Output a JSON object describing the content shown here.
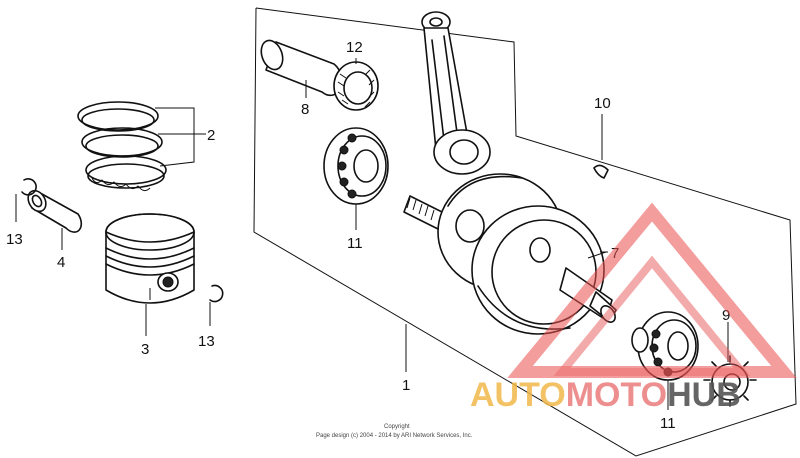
{
  "diagram": {
    "callouts": [
      {
        "id": "1",
        "text": "1"
      },
      {
        "id": "2",
        "text": "2"
      },
      {
        "id": "3",
        "text": "3"
      },
      {
        "id": "4",
        "text": "4"
      },
      {
        "id": "7",
        "text": "7"
      },
      {
        "id": "8",
        "text": "8"
      },
      {
        "id": "9",
        "text": "9"
      },
      {
        "id": "10",
        "text": "10"
      },
      {
        "id": "11a",
        "text": "11"
      },
      {
        "id": "11b",
        "text": "11"
      },
      {
        "id": "12",
        "text": "12"
      },
      {
        "id": "13a",
        "text": "13"
      },
      {
        "id": "13b",
        "text": "13"
      }
    ],
    "copyright_line1": "Copyright",
    "copyright_line2": "Page design (c) 2004 - 2014 by ARI Network Services, Inc."
  },
  "watermark": {
    "part1": "AUTO",
    "part2": "MOTO",
    "part3": "HUB",
    "colors": {
      "auto": "#f2b84a",
      "moto": "#e86a6a",
      "hub": "#555555",
      "triangle": "#e85050"
    }
  }
}
